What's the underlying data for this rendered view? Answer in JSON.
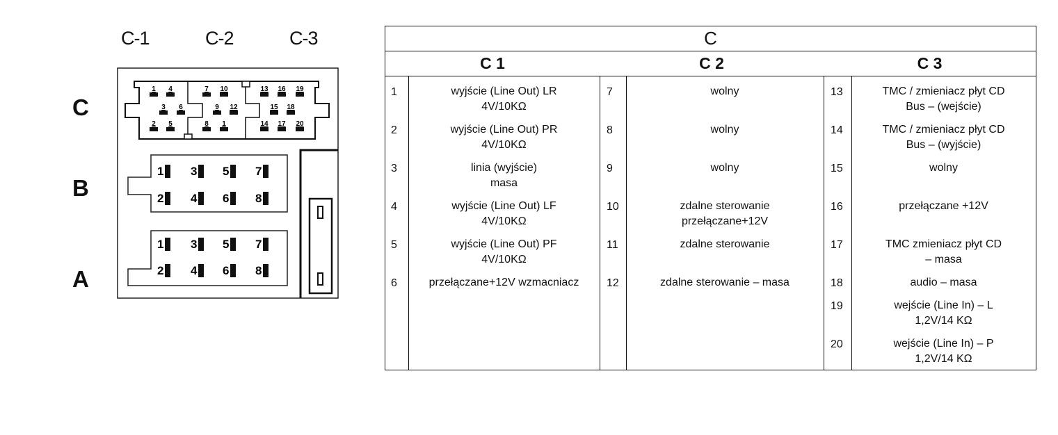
{
  "diagram": {
    "column_labels": [
      "C-1",
      "C-2",
      "C-3"
    ],
    "row_labels": [
      "C",
      "B",
      "A"
    ],
    "connector_c": {
      "c1_pins": [
        [
          "1",
          "4"
        ],
        [
          "3",
          "6"
        ],
        [
          "2",
          "5"
        ]
      ],
      "c2_pins": [
        [
          "7",
          "10"
        ],
        [
          "9",
          "12"
        ],
        [
          "8",
          "1"
        ]
      ],
      "c3_pins": [
        [
          "13",
          "16",
          "19"
        ],
        [
          "15",
          "18"
        ],
        [
          "14",
          "17",
          "20"
        ]
      ]
    },
    "connector_b": {
      "row1": [
        "1",
        "3",
        "5",
        "7"
      ],
      "row2": [
        "2",
        "4",
        "6",
        "8"
      ]
    },
    "connector_a": {
      "row1": [
        "1",
        "3",
        "5",
        "7"
      ],
      "row2": [
        "2",
        "4",
        "6",
        "8"
      ]
    }
  },
  "table": {
    "title": "C",
    "groups": [
      {
        "label": "C 1",
        "rows": [
          {
            "pin": "1",
            "desc": "wyjście (Line Out) LR\n4V/10KΩ"
          },
          {
            "pin": "2",
            "desc": "wyjście (Line Out) PR\n4V/10KΩ"
          },
          {
            "pin": "3",
            "desc": "linia (wyjście)\nmasa"
          },
          {
            "pin": "4",
            "desc": "wyjście (Line Out) LF\n4V/10KΩ"
          },
          {
            "pin": "5",
            "desc": "wyjście (Line Out) PF\n4V/10KΩ"
          },
          {
            "pin": "6",
            "desc": "przełączane+12V wzmacniacz"
          }
        ]
      },
      {
        "label": "C 2",
        "rows": [
          {
            "pin": "7",
            "desc": "wolny"
          },
          {
            "pin": "8",
            "desc": "wolny"
          },
          {
            "pin": "9",
            "desc": "wolny"
          },
          {
            "pin": "10",
            "desc": "zdalne sterowanie\nprzełączane+12V"
          },
          {
            "pin": "11",
            "desc": "zdalne sterowanie"
          },
          {
            "pin": "12",
            "desc": "zdalne sterowanie – masa"
          }
        ]
      },
      {
        "label": "C 3",
        "rows": [
          {
            "pin": "13",
            "desc": "TMC / zmieniacz płyt CD\nBus – (wejście)"
          },
          {
            "pin": "14",
            "desc": "TMC / zmieniacz płyt CD\nBus – (wyjście)"
          },
          {
            "pin": "15",
            "desc": "wolny"
          },
          {
            "pin": "16",
            "desc": "przełączane +12V"
          },
          {
            "pin": "17",
            "desc": "TMC zmieniacz płyt CD\n– masa"
          },
          {
            "pin": "18",
            "desc": "audio – masa"
          },
          {
            "pin": "19",
            "desc": "wejście (Line In) – L\n1,2V/14 KΩ"
          },
          {
            "pin": "20",
            "desc": "wejście (Line In) – P\n1,2V/14 KΩ"
          }
        ]
      }
    ]
  }
}
